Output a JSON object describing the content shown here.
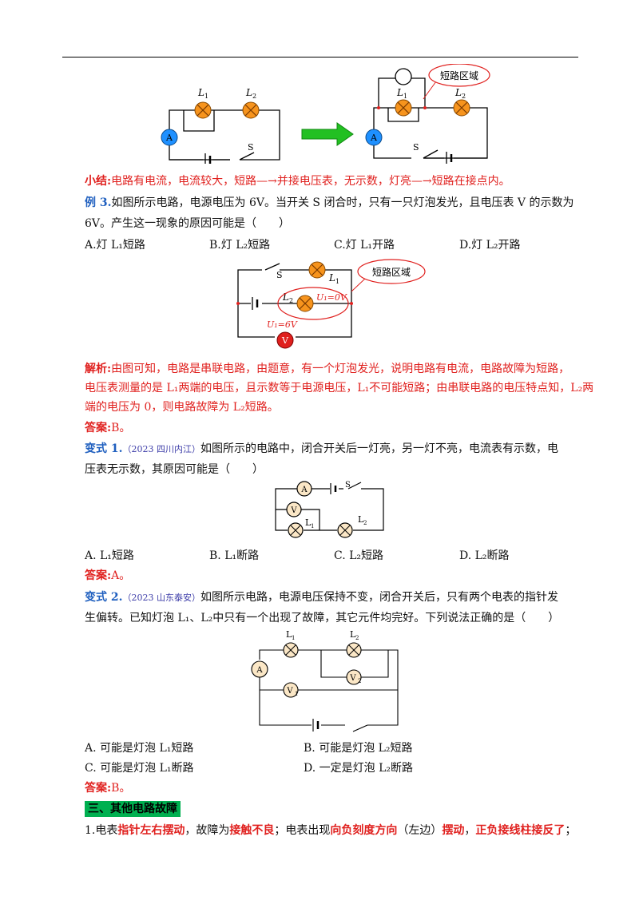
{
  "summary": {
    "label": "小结:",
    "text": "电路有电流，电流较大，短路—→并接电压表，无示数，灯亮—→短路在接点内。"
  },
  "diagram_labels": {
    "short_region": "短路区域",
    "S": "S",
    "A": "A",
    "V": "V",
    "V1": "V",
    "V2": "V",
    "L": "L",
    "sub1": "1",
    "sub2": "2",
    "u1_zero": "U₁=0V",
    "u1_six": "U₁=6V"
  },
  "example3": {
    "label": "例 3.",
    "line1": "如图所示电路，电源电压为 6V。当开关 S 闭合时，只有一只灯泡发光，且电压表 V 的示数为",
    "line2": "6V。产生这一现象的原因可能是（　　）",
    "options": [
      "A.灯 L₁短路",
      "B.灯 L₂短路",
      "C.灯 L₁开路",
      "D.灯 L₂开路"
    ],
    "analysis_label": "解析:",
    "analysis": [
      "由图可知，电路是串联电路，由题意，有一个灯泡发光，说明电路有电流，电路故障为短路，",
      "电压表测量的是 L₁两端的电压，且示数等于电源电压，L₁不可能短路；由串联电路的电压特点知，L₂两",
      "端的电压为 0，则电路故障为 L₂短路。"
    ],
    "answer_label": "答案:",
    "answer": "B。"
  },
  "variant1": {
    "label": "变式 1.",
    "source": "（2023 四川内江）",
    "line1": "如图所示的电路中，闭合开关后一灯亮，另一灯不亮，电流表有示数，电",
    "line2": "压表无示数，其原因可能是（　　）",
    "options": [
      "A. L₁短路",
      "B. L₁断路",
      "C. L₂短路",
      "D. L₂断路"
    ],
    "answer_label": "答案:",
    "answer": "A。"
  },
  "variant2": {
    "label": "变式 2.",
    "source": "（2023 山东泰安）",
    "line1": "如图所示电路，电源电压保持不变，闭合开关后，只有两个电表的指针发",
    "line2": "生偏转。已知灯泡 L₁、L₂中只有一个出现了故障，其它元件均完好。下列说法正确的是（　　）",
    "options": [
      "A. 可能是灯泡 L₁短路",
      "B. 可能是灯泡 L₂短路",
      "C. 可能是灯泡 L₁断路",
      "D. 一定是灯泡 L₂断路"
    ],
    "answer_label": "答案:",
    "answer": "B。"
  },
  "section3": {
    "title": "三、其他电路故障",
    "item1_parts": [
      "1.电表",
      "指针左右摆动",
      "，故障为",
      "接触不良",
      "；电表出现",
      "向负刻度方向",
      "（左边）",
      "摆动",
      "，",
      "正负接线柱接反了",
      "；"
    ]
  },
  "colors": {
    "red": "#e0201e",
    "bulb": "#f7941d",
    "meter": "#1e90ff",
    "green_arrow": "#22c022",
    "section_bg": "#00b050"
  }
}
